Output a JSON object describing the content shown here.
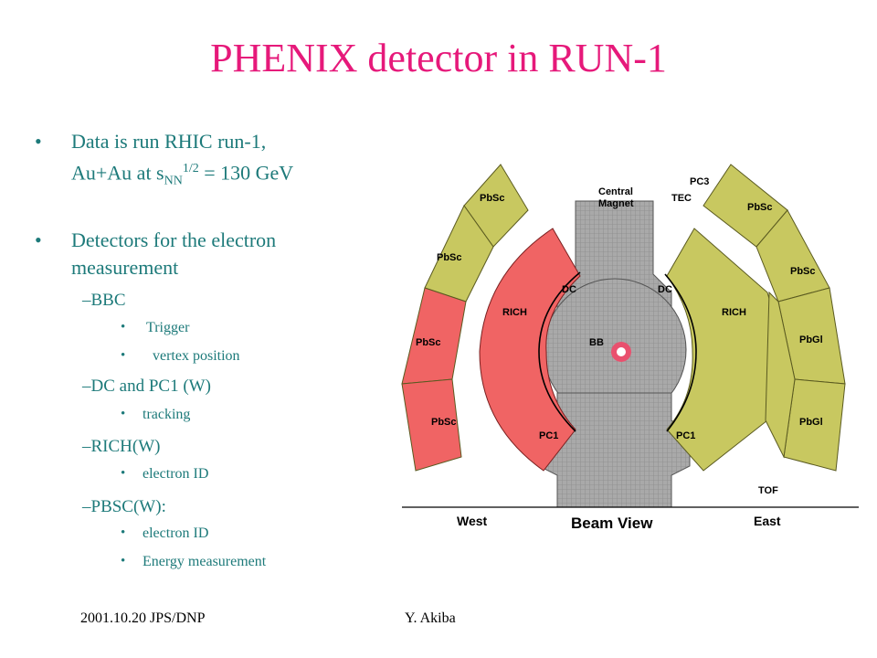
{
  "title": "PHENIX detector in RUN-1",
  "bullets": [
    {
      "line1": "Data is run RHIC run-1,",
      "line2_pre": "Au+Au at s",
      "line2_sub": "NN",
      "line2_sup": "1/2",
      "line2_post": " = 130 GeV"
    },
    {
      "line1": "Detectors for the electron",
      "line2": "measurement"
    }
  ],
  "sub_items": [
    {
      "dash": "–",
      "label": "BBC",
      "children": [
        "Trigger",
        "vertex position"
      ]
    },
    {
      "dash": "–",
      "label": "DC and PC1 (W)",
      "children": [
        "tracking"
      ]
    },
    {
      "dash": "–",
      "label": "RICH(W)",
      "children": [
        "electron ID"
      ]
    },
    {
      "dash": "–",
      "label": "PBSC(W):",
      "children": [
        "electron ID",
        "Energy measurement"
      ]
    }
  ],
  "bullet_glyph": "•",
  "footer": {
    "left": "2001.10.20 JPS/DNP",
    "right": "Y. Akiba"
  },
  "diagram": {
    "labels": {
      "pbsc": "PbSc",
      "pbgl": "PbGl",
      "rich": "RICH",
      "dc": "DC",
      "pc1": "PC1",
      "pc3": "PC3",
      "tec": "TEC",
      "tof": "TOF",
      "bb": "BB",
      "central": "Central",
      "magnet": "Magnet",
      "west": "West",
      "beam_view": "Beam View",
      "east": "East"
    },
    "colors": {
      "olive": "#c8c860",
      "red": "#f06464",
      "gray": "#a0a0a0",
      "title": "#e6197a",
      "text": "#1d7a7a"
    }
  }
}
